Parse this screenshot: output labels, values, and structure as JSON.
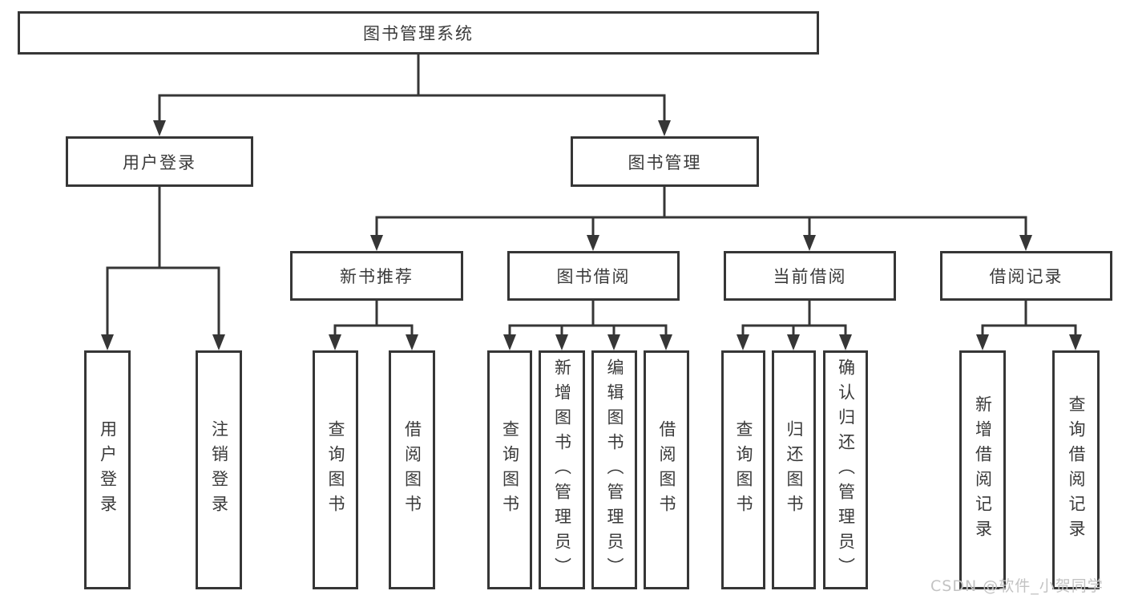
{
  "diagram": {
    "root": "图书管理系统",
    "level2": [
      "用户登录",
      "图书管理"
    ],
    "level3": [
      "新书推荐",
      "图书借阅",
      "当前借阅",
      "借阅记录"
    ],
    "leafGroups": [
      {
        "items": [
          "用户登录",
          "注销登录"
        ]
      },
      {
        "items": [
          "查询图书",
          "借阅图书"
        ]
      },
      {
        "items": [
          "查询图书",
          "新增图书（管理员）",
          "编辑图书（管理员）",
          "借阅图书"
        ]
      },
      {
        "items": [
          "查询图书",
          "归还图书",
          "确认归还（管理员）"
        ]
      },
      {
        "items": [
          "新增借阅记录",
          "查询借阅记录"
        ]
      }
    ]
  },
  "watermark": "CSDN @软件_小贺同学",
  "colors": {
    "line": "#363636",
    "text": "#3a3a3a",
    "box_background": "#ffffff",
    "watermark": "#c3c3c3",
    "page_background": "#ffffff"
  }
}
